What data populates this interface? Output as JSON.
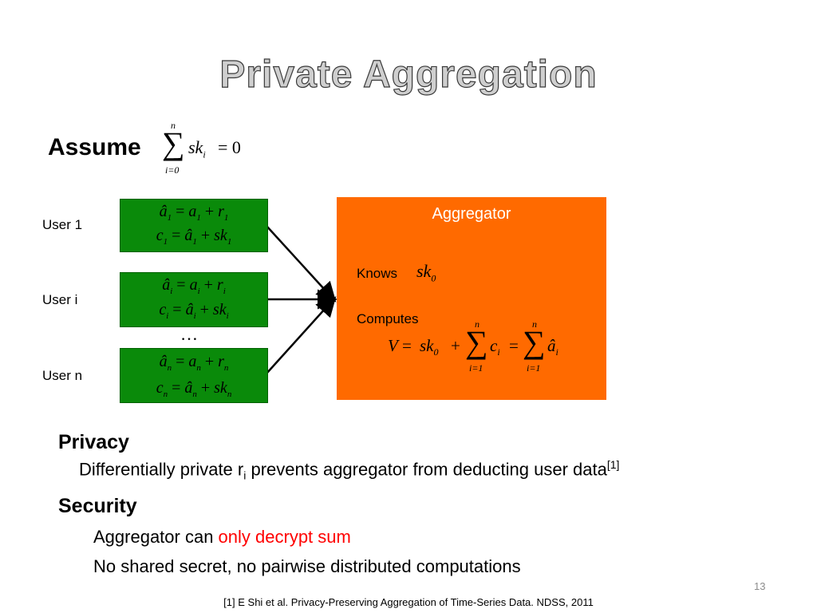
{
  "slide": {
    "title": "Private Aggregation",
    "slide_number": "13",
    "footnote": "[1] E Shi et al. Privacy-Preserving Aggregation of Time-Series Data. NDSS, 2011"
  },
  "assume": {
    "label": "Assume",
    "sum_upper": "n",
    "sum_lower": "i=0",
    "term": "sk",
    "term_sub": "i",
    "rhs": "= 0"
  },
  "users": [
    {
      "label": "User 1",
      "line1": {
        "lhs": "â",
        "lhs_sub": "1",
        "a": "a",
        "a_sub": "1",
        "r": "r",
        "r_sub": "1"
      },
      "line2": {
        "c": "c",
        "c_sub": "1",
        "ahat": "â",
        "ahat_sub": "1",
        "sk": "sk",
        "sk_sub": "1"
      }
    },
    {
      "label": "User i",
      "line1": {
        "lhs": "â",
        "lhs_sub": "i",
        "a": "a",
        "a_sub": "i",
        "r": "r",
        "r_sub": "i"
      },
      "line2": {
        "c": "c",
        "c_sub": "i",
        "ahat": "â",
        "ahat_sub": "i",
        "sk": "sk",
        "sk_sub": "i"
      }
    },
    {
      "label": "User n",
      "line1": {
        "lhs": "â",
        "lhs_sub": "n",
        "a": "a",
        "a_sub": "n",
        "r": "r",
        "r_sub": "n"
      },
      "line2": {
        "c": "c",
        "c_sub": "n",
        "ahat": "â",
        "ahat_sub": "n",
        "sk": "sk",
        "sk_sub": "n"
      }
    }
  ],
  "ellipsis": "…",
  "aggregator": {
    "title": "Aggregator",
    "knows_label": "Knows",
    "knows_term": "sk",
    "knows_sub": "0",
    "computes_label": "Computes",
    "V": "V",
    "sk": "sk",
    "sk_sub": "0",
    "sum_upper": "n",
    "sum_lower": "i=1",
    "c": "c",
    "c_sub": "i",
    "ahat": "â",
    "ahat_sub": "i"
  },
  "privacy": {
    "heading": "Privacy",
    "text_before": "Differentially private r",
    "text_sub": "i",
    "text_after": " prevents aggregator from deducting user data",
    "ref": "[1]"
  },
  "security": {
    "heading": "Security",
    "line1_before": "Aggregator can ",
    "line1_red": "only decrypt sum",
    "line2": "No shared secret, no pairwise distributed computations"
  },
  "colors": {
    "user_box": "#0a8a0a",
    "aggregator_box": "#ff6a00",
    "highlight_text": "#ff0000"
  }
}
